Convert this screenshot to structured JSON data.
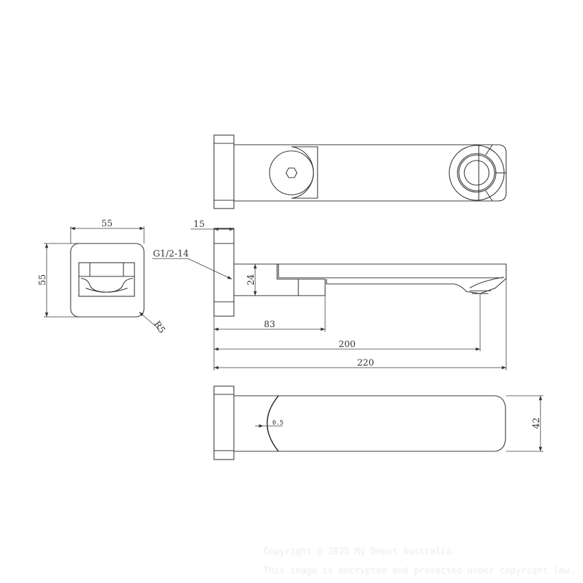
{
  "dimensions": {
    "front_width": "55",
    "front_height": "55",
    "corner_radius": "R5",
    "plate_thickness": "15",
    "thread": "G1/2-14",
    "pipe_height": "24",
    "body_length": "83",
    "outlet_distance": "200",
    "total_length": "220",
    "bottom_width": "42",
    "edge_gap": "0.5"
  },
  "watermark": {
    "line1": "Copyright @ 2025 My Depot Australia.",
    "line2": "This image is encrypted and protected under copyright law."
  },
  "colors": {
    "line": "#333333",
    "watermark": "#ececec"
  }
}
